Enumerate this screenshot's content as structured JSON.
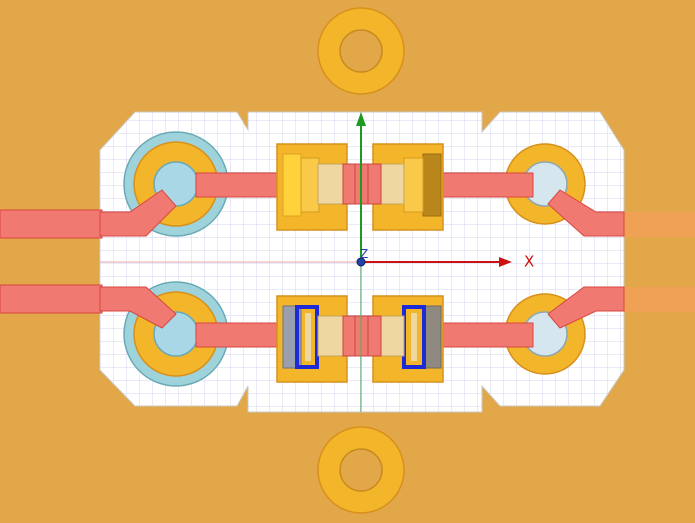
{
  "viewport": {
    "name": "pcb-3d-layout-view",
    "colors": {
      "board": "#e2a748",
      "clearance": "#ffffff",
      "grid": "#d3d6ec",
      "trace": "#f07a72",
      "trace_edge": "#d8463f",
      "pad": "#f3b52a",
      "pad_edge": "#d8901c",
      "via_hole": "#d6e6ef",
      "via_ring": "#9ed3dc",
      "blue_contact": "#1c2bd6",
      "axis_y": "#1e9a20",
      "axis_x": "#cc1111",
      "axis_z": "#2244aa"
    }
  },
  "axes": {
    "x_label": "X",
    "z_label": "Z"
  }
}
